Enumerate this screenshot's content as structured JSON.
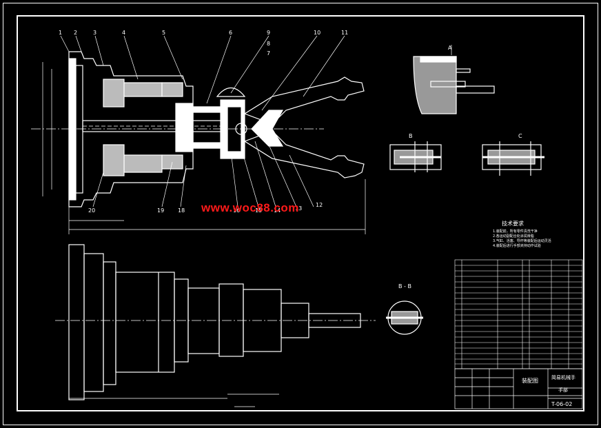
{
  "colors": {
    "background": "#000000",
    "lines": "#ffffff",
    "watermark": "#ff1a1a"
  },
  "watermark": "www.woc88.com",
  "part_numbers_top": [
    "1",
    "2",
    "3",
    "4",
    "5",
    "6",
    "9",
    "8",
    "7",
    "10",
    "11"
  ],
  "part_numbers_bottom": [
    "20",
    "19",
    "18",
    "16",
    "15",
    "14",
    "13",
    "12"
  ],
  "section_labels": {
    "a": "A",
    "b": "B",
    "c": "C",
    "bb": "B - B"
  },
  "technical_requirements": {
    "title": "技术要求",
    "lines": [
      "1.装配前，所有零件清洗干净",
      "2.各运动副配合处涂润滑脂",
      "3.气缸、活塞、导杆等装配后运动灵活",
      "4.装配后进行手部夹持动作试验"
    ]
  },
  "title_block": {
    "drawing_name": "装配图",
    "design_title": "简易机械手",
    "part_title": "手部",
    "drawing_number": "T-06-02"
  }
}
